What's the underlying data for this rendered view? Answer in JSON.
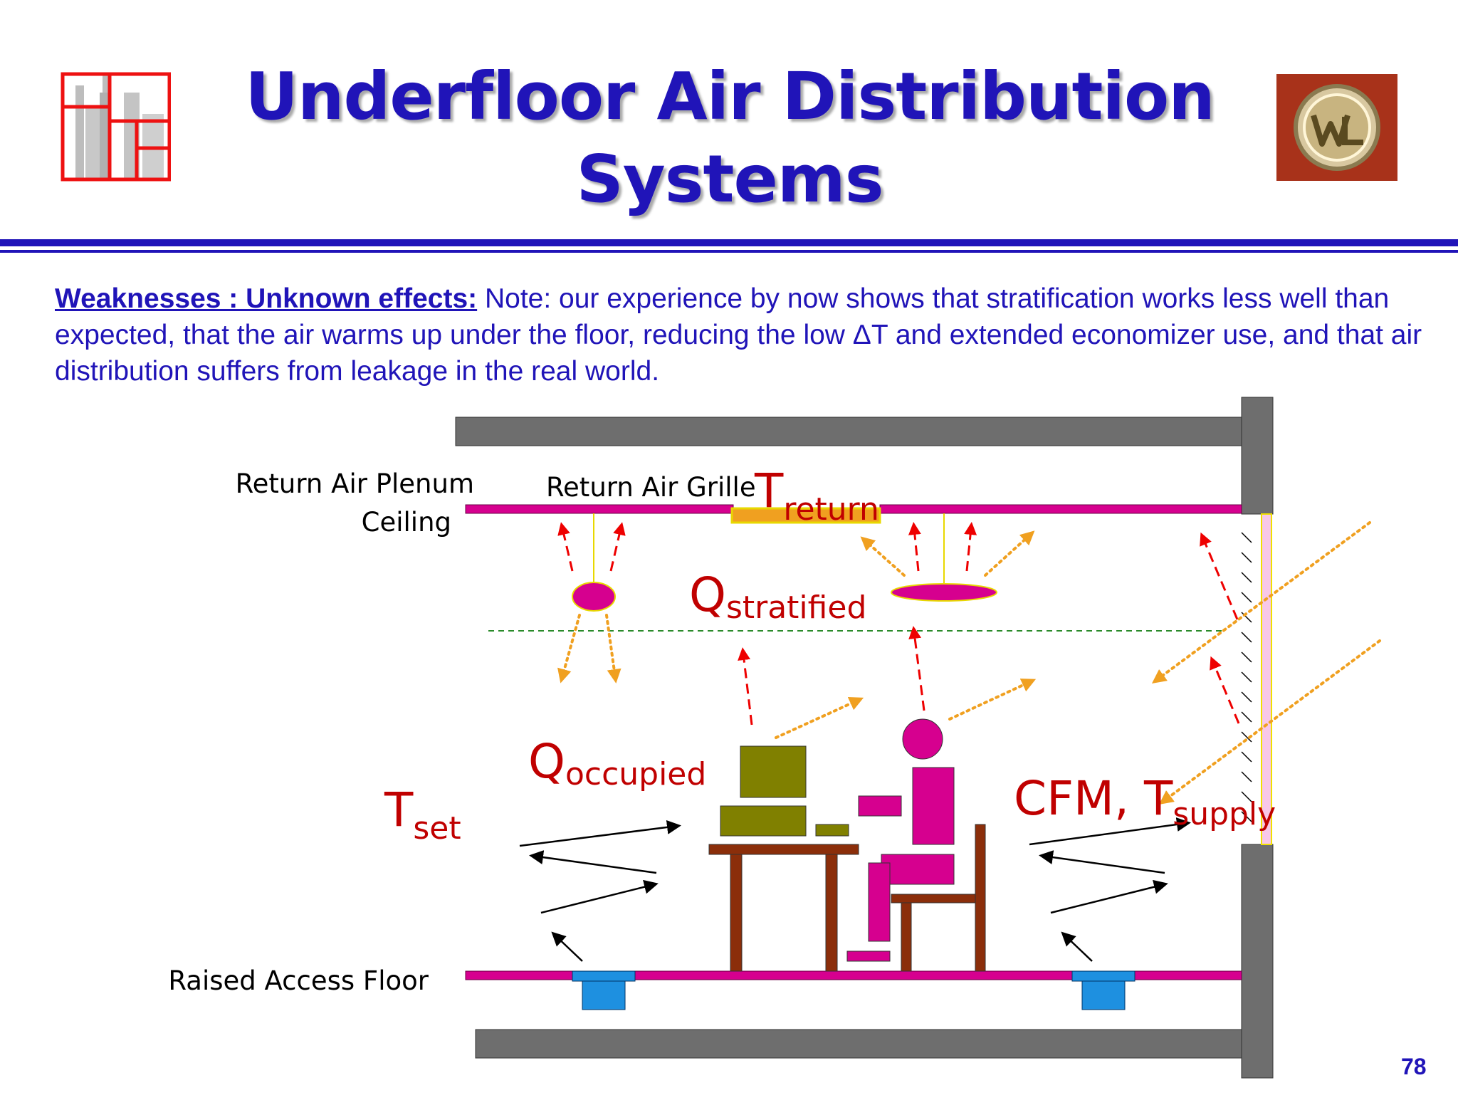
{
  "slide": {
    "title_line1": "Underfloor Air Distribution",
    "title_line2": "Systems",
    "lead": "Weaknesses : Unknown effects:",
    "note": " Note: our experience by now shows that stratification works less well than expected, that the air warms up under the floor, reducing the low ΔT and extended economizer use, and that air distribution suffers from leakage in the real world.",
    "page_number": "78"
  },
  "diagram": {
    "label_return_plenum": "Return Air Plenum",
    "label_ceiling": "Ceiling",
    "label_raised_floor": "Raised Access Floor",
    "label_return_grille": "Return Air Grille",
    "t_return": {
      "main": "T",
      "sub": "return"
    },
    "q_stratified": {
      "main": "Q",
      "sub": "stratified"
    },
    "q_occupied": {
      "main": "Q",
      "sub": "occupied"
    },
    "t_set": {
      "main": "T",
      "sub": "set"
    },
    "cfm_supply": {
      "main": "CFM, T",
      "sub": "supply"
    }
  },
  "colors": {
    "title_blue": "#2014b8",
    "label_red": "#c00000",
    "magenta": "#d6008f",
    "slab_gray": "#6e6e6e",
    "olive": "#808000",
    "desk_brown": "#8b2e0a",
    "diffuser_blue": "#1e90e0",
    "heat_orange": "#f0a020"
  }
}
